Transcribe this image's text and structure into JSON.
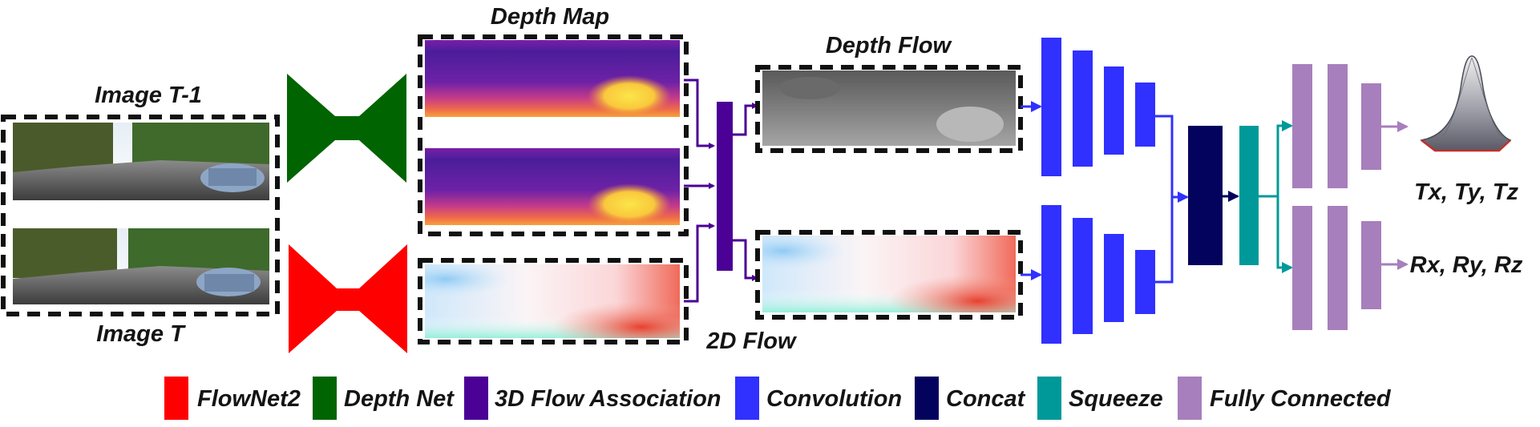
{
  "labels": {
    "image_t_minus_1": "Image T-1",
    "image_t": "Image T",
    "depth_map": "Depth Map",
    "depth_flow": "Depth Flow",
    "flow_2d": "2D Flow",
    "translation_output": "Tx, Ty, Tz",
    "rotation_output": "Rx, Ry, Rz"
  },
  "legend": [
    {
      "label": "FlowNet2",
      "color": "#ff0000"
    },
    {
      "label": "Depth Net",
      "color": "#006400"
    },
    {
      "label": "3D Flow Association",
      "color": "#4b0096"
    },
    {
      "label": "Convolution",
      "color": "#3030ff"
    },
    {
      "label": "Concat",
      "color": "#03035e"
    },
    {
      "label": "Squeeze",
      "color": "#009999"
    },
    {
      "label": "Fully Connected",
      "color": "#a77fbc"
    }
  ],
  "colors": {
    "flownet2": "#ff0000",
    "depth_net": "#006400",
    "flow_association": "#4b0096",
    "convolution": "#3030ff",
    "concat": "#03035e",
    "squeeze": "#009999",
    "fully_connected": "#a77fbc"
  },
  "icons": {
    "output_plot": "gaussian-surface-icon"
  }
}
